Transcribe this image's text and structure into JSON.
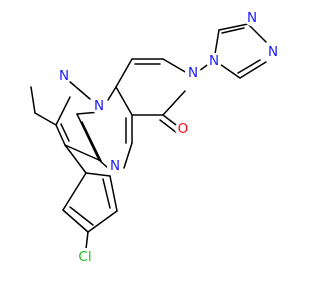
{
  "atoms": {
    "n_trz1": "N",
    "n_trz2": "N",
    "n_trz4": "N",
    "n_pyridinone": "N",
    "o_carbonyl": "O",
    "n_pyrazole2": "N",
    "n_bridge": "N",
    "n_pyrimidine": "N",
    "cl": "Cl"
  },
  "colors": {
    "carbon_bond": "#000000",
    "nitrogen": "#1a1aff",
    "oxygen": "#ff0d0d",
    "chlorine": "#1fc01f"
  }
}
